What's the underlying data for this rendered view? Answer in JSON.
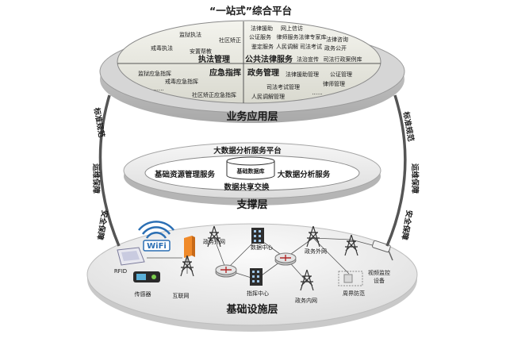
{
  "top_platform": {
    "title": "“一站式”综合平台",
    "layer_name": "业务应用层",
    "sections": [
      {
        "name": "执法管理",
        "items": [
          "监狱执法",
          "社区矫正",
          "戒毒执法",
          "安置帮教"
        ]
      },
      {
        "name": "公共法律服务",
        "items": [
          "法律援助",
          "网上信访",
          "公证服务",
          "律师服务法律专家库",
          "法律咨询",
          "鉴定服务",
          "人民调解",
          "司法考试",
          "政务公开",
          "法治宣传",
          "司法行政案例库"
        ]
      },
      {
        "name": "应急指挥",
        "items": [
          "监狱应急指挥",
          "戒毒应急指挥",
          "社区矫正应急指挥",
          "......"
        ]
      },
      {
        "name": "政务管理",
        "items": [
          "法律援助管理",
          "公证管理",
          "律师管理",
          "司法考试管理",
          "人民调解管理",
          "......"
        ]
      }
    ]
  },
  "middle_platform": {
    "title": "大数据分析服务平台",
    "layer_name": "支撑层",
    "left_service": "基础资源管理服务",
    "right_service": "大数据分析服务",
    "center_db": "基础数据库",
    "exchange": "数据共享交换"
  },
  "bottom_platform": {
    "layer_name": "基础设施层",
    "wifi_label": "WiFi",
    "nodes": [
      "RFID",
      "传感器",
      "互联网",
      "政务外网",
      "数据中心",
      "指挥中心",
      "政务外网",
      "政务内网",
      "周界防范",
      "视频监控设备"
    ]
  },
  "side_labels": {
    "left": [
      "标准规范",
      "运维保障",
      "安全保障"
    ],
    "right": [
      "标准规范",
      "运维保障",
      "安全保障"
    ]
  }
}
